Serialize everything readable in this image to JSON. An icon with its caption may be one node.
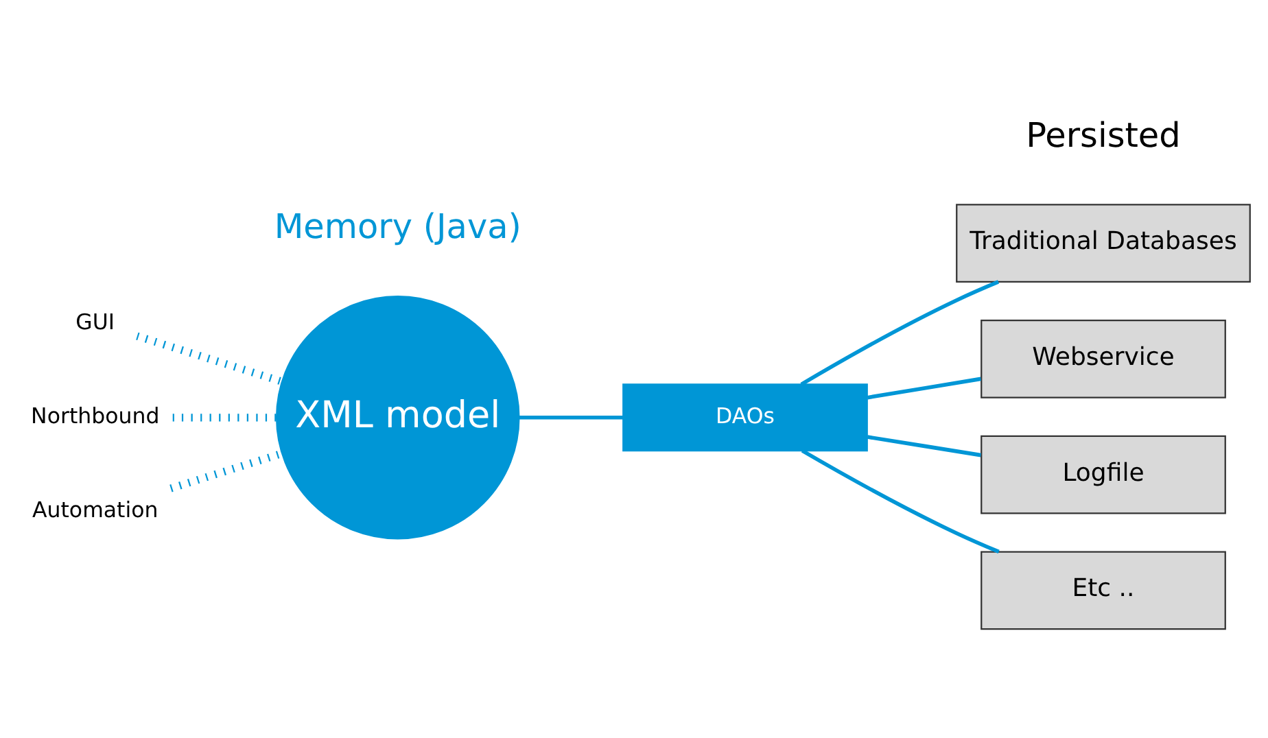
{
  "diagram": {
    "nodes": [
      {
        "text": [
          "GUI"
        ]
      },
      {
        "text": [
          "Northbound"
        ]
      },
      {
        "text": [
          "Automation"
        ]
      },
      {
        "text": [
          "XML model"
        ]
      },
      {
        "text": [
          "DAOs"
        ]
      },
      {
        "text": [
          "Traditional Databases"
        ]
      },
      {
        "text": [
          "Webservice"
        ]
      },
      {
        "text": [
          "Logfile"
        ]
      },
      {
        "text": [
          "Etc .."
        ]
      }
    ],
    "edges": [
      {
        "from": 0,
        "to": 3,
        "arrow": "none",
        "style": "dashed"
      },
      {
        "from": 1,
        "to": 3,
        "arrow": "none",
        "style": "dashed"
      },
      {
        "from": 2,
        "to": 3,
        "arrow": "none",
        "style": "dashed"
      },
      {
        "from": 3,
        "to": 4,
        "arrow": "none"
      },
      {
        "from": 4,
        "to": 5,
        "arrow": "none"
      },
      {
        "from": 4,
        "to": 6,
        "arrow": "none"
      },
      {
        "from": 4,
        "to": 7,
        "arrow": "none"
      },
      {
        "from": 4,
        "to": 8,
        "arrow": "none"
      }
    ],
    "labels": [
      "Memory (Java)",
      "Persisted"
    ]
  }
}
